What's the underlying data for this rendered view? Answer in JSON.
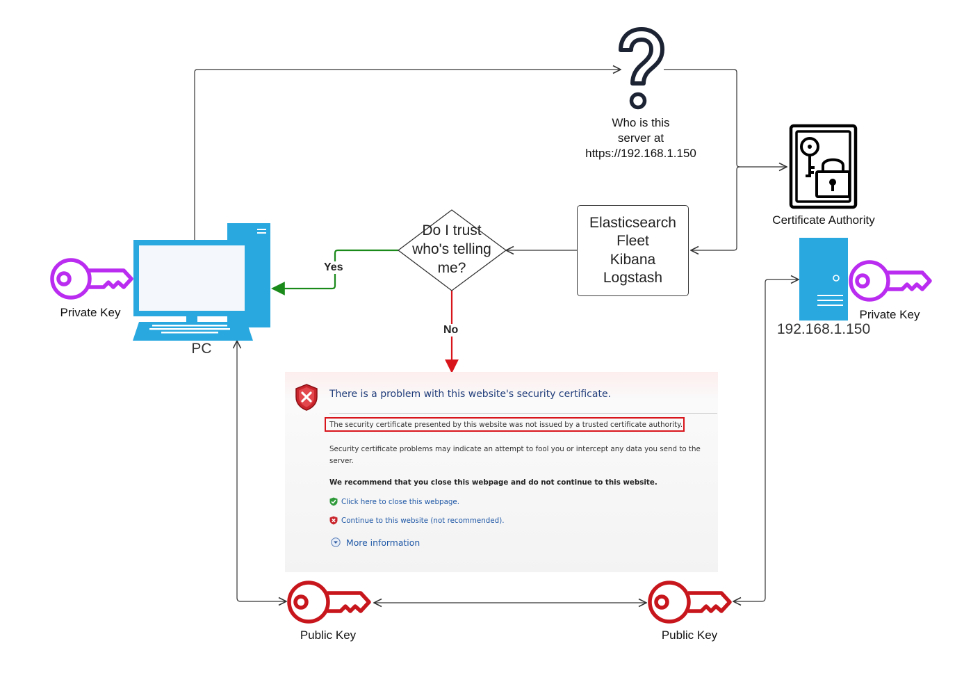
{
  "diagram": {
    "question": {
      "icon": "question-mark-icon",
      "line1": "Who is this",
      "line2": "server at",
      "line3": "https://192.168.1.150"
    },
    "certificate_authority": {
      "label": "Certificate Authority",
      "icon": "key-lock-icon"
    },
    "services": {
      "items": [
        "Elasticsearch",
        "Fleet",
        "Kibana",
        "Logstash"
      ]
    },
    "decision": {
      "line1": "Do I trust",
      "line2": "who's telling",
      "line3": "me?"
    },
    "edges": {
      "yes": "Yes",
      "no": "No"
    },
    "pc": {
      "label": "PC",
      "icon": "desktop-computer-icon"
    },
    "pc_private_key": {
      "label": "Private Key",
      "color": "#b92cf0"
    },
    "server": {
      "label": "192.168.1.150",
      "icon": "server-icon",
      "color": "#29a8e0"
    },
    "server_private_key": {
      "label": "Private Key",
      "color": "#b92cf0"
    },
    "public_key_left": {
      "label": "Public Key",
      "color": "#c8161d"
    },
    "public_key_right": {
      "label": "Public Key",
      "color": "#c8161d"
    },
    "colors": {
      "yes_path": "#1a8a1a",
      "no_path": "#d8151b",
      "connector": "#333333"
    }
  },
  "warning": {
    "title": "There is a problem with this website's security certificate.",
    "highlighted": "The security certificate presented by this website was not issued by a trusted certificate authority.",
    "paragraph": "Security certificate problems may indicate an attempt to fool you or intercept any data you send to the server.",
    "recommend": "We recommend that you close this webpage and do not continue to this website.",
    "link_close": "Click here to close this webpage.",
    "link_continue": "Continue to this website (not recommended).",
    "more_info": "More information"
  }
}
